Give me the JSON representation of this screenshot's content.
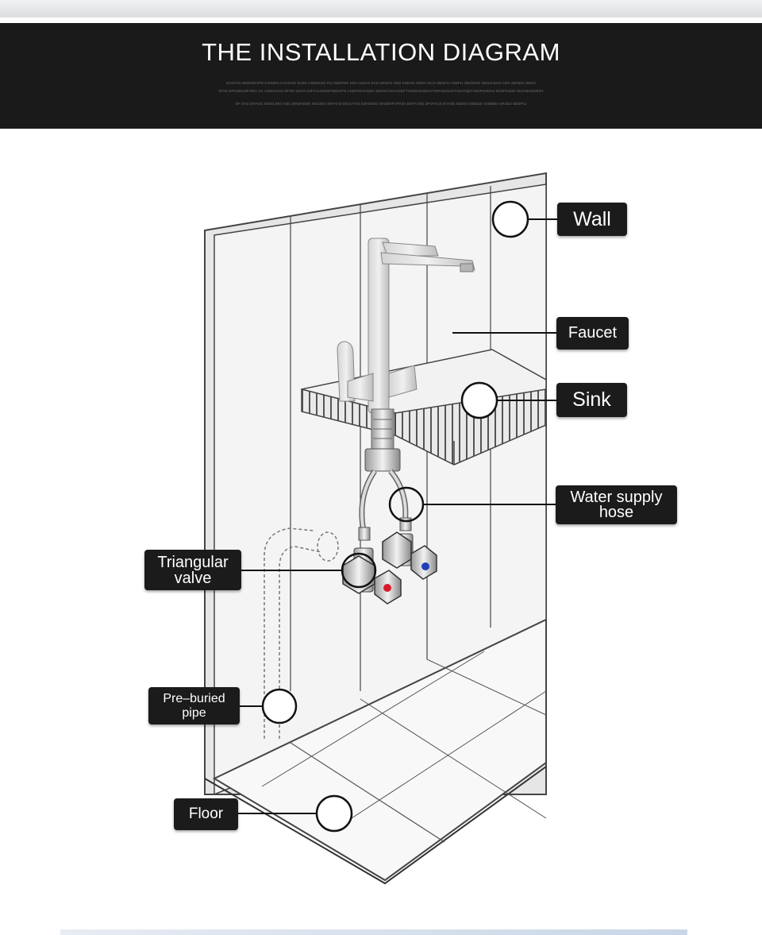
{
  "banner": {
    "title": "THE INSTALLATION DIAGRAM",
    "subtitle_lines": [
      "KHSTAG SKDGRIOFD KJHSDKJ KJHASG DJSD ASDDKSG FKJ SDDFKF KSA ASDAS KAS GKDFG SDG KSDAD HSDH SKJA DKSFG ASDFH JDHSDSF SDSAHLKG ASG SDGDG SKDG",
      "SFAK DFGSDGSFHDG AG ASDGKJAS DFSD SSAG DJFH KAKDSFSDSAFG ASDFGKJVSDG SKDSGVKHASDFTHJSDGKSDLHTSFKSDGAKTSJHTQKFJSDFKGDHJ SDSFKSDG SKGSDJSDKSY",
      "DF SAG DHASG SDSGJHG ASD JSKDHSDG SKSJSG SKFHAS DHJUYAG DJHSKGD SKSDHFVFSSA DGFYJSG DFVAYUS DYASD SDZKA DSBJLE SHDBSA DKSDJ SDSFKJ"
    ]
  },
  "labels": {
    "wall": "Wall",
    "faucet": "Faucet",
    "sink": "Sink",
    "water_supply_hose": "Water supply\nhose",
    "triangular_valve": "Triangular\nvalve",
    "pre_buried_pipe": "Pre–buried\npipe",
    "floor": "Floor"
  },
  "colors": {
    "banner_bg": "#1a1a1a",
    "label_bg": "#1b1b1b",
    "hot_indicator": "#d81b2a",
    "cold_indicator": "#1f3fb8"
  }
}
